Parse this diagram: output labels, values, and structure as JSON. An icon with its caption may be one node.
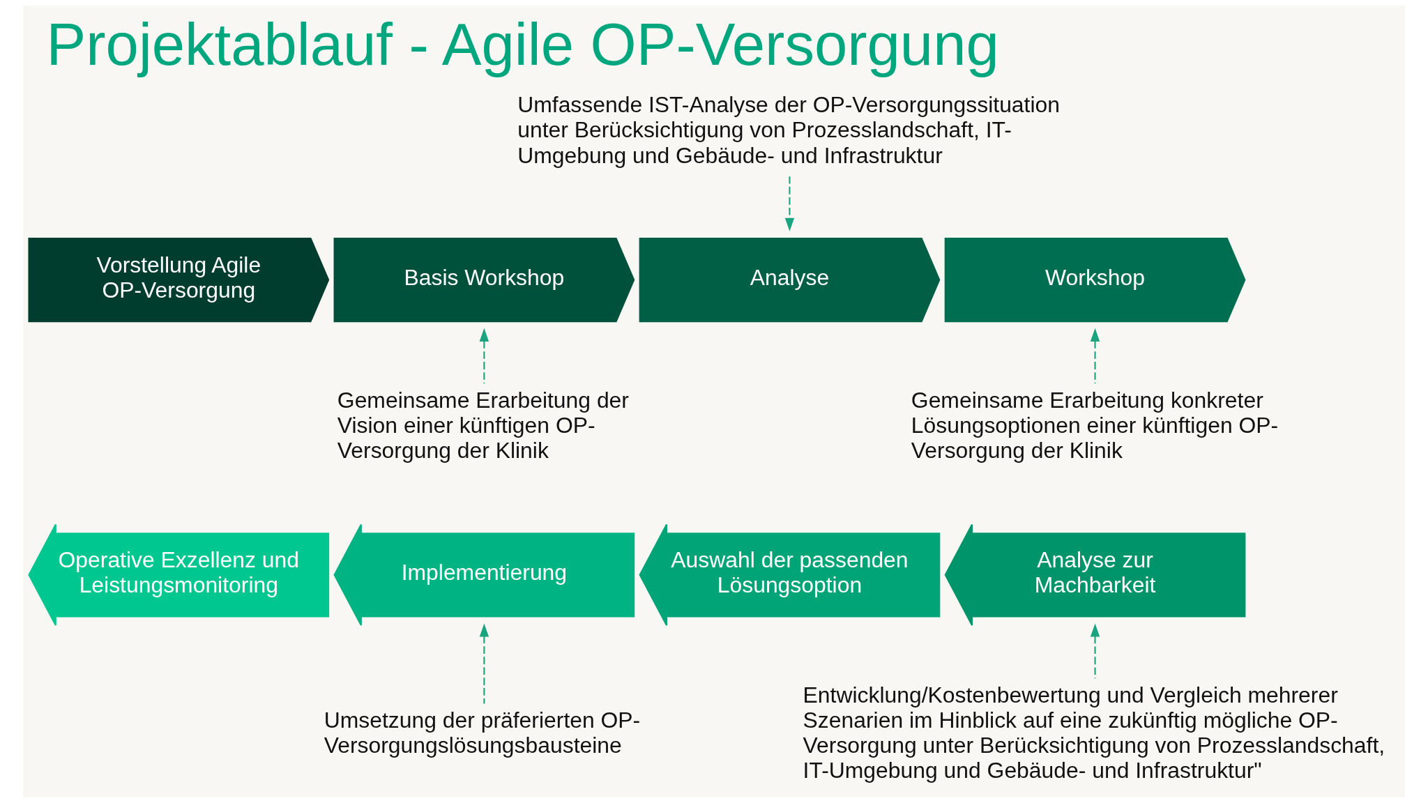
{
  "diagram": {
    "title": "Projektablauf - Agile OP-Versorgung",
    "nodes": [
      {
        "text": [
          "Vorstellung Agile OP-Versorgung"
        ]
      },
      {
        "text": [
          "Basis Workshop"
        ]
      },
      {
        "text": [
          "Analyse"
        ]
      },
      {
        "text": [
          "Workshop"
        ]
      },
      {
        "text": [
          "Analyse zur Machbarkeit"
        ]
      },
      {
        "text": [
          "Auswahl der passenden Lösungsoption"
        ]
      },
      {
        "text": [
          "Implementierung"
        ]
      },
      {
        "text": [
          "Operative Exzellenz und Leistungsmonitoring"
        ]
      },
      {
        "text": [
          "Umfassende IST-Analyse der OP-Versorgungssituation unter Berücksichtigung von Prozesslandschaft, IT-Umgebung und Gebäude- und Infrastruktur"
        ]
      },
      {
        "text": [
          "Gemeinsame Erarbeitung der Vision einer künftigen OP-Versorgung der Klinik"
        ]
      },
      {
        "text": [
          "Gemeinsame Erarbeitung konkreter Lösungsoptionen einer künftigen OP-Versorgung der Klinik"
        ]
      },
      {
        "text": [
          "Umsetzung der präferierten OP-Versorgungslösungsbausteine"
        ]
      },
      {
        "text": [
          "Entwicklung/Kostenbewertung und Vergleich mehrerer Szenarien im Hinblick auf eine zukünftig mögliche OP-Versorgung unter Berücksichtigung von Prozesslandschaft, IT-Umgebung und Gebäude- und Infrastruktur\""
        ]
      }
    ],
    "edges": [
      {
        "from": 8,
        "to": 2,
        "arrow": "to",
        "style": "dashed"
      },
      {
        "from": 9,
        "to": 1,
        "arrow": "to",
        "style": "dashed"
      },
      {
        "from": 10,
        "to": 3,
        "arrow": "to",
        "style": "dashed"
      },
      {
        "from": 11,
        "to": 6,
        "arrow": "to",
        "style": "dashed"
      },
      {
        "from": 12,
        "to": 4,
        "arrow": "to",
        "style": "dashed"
      }
    ]
  }
}
